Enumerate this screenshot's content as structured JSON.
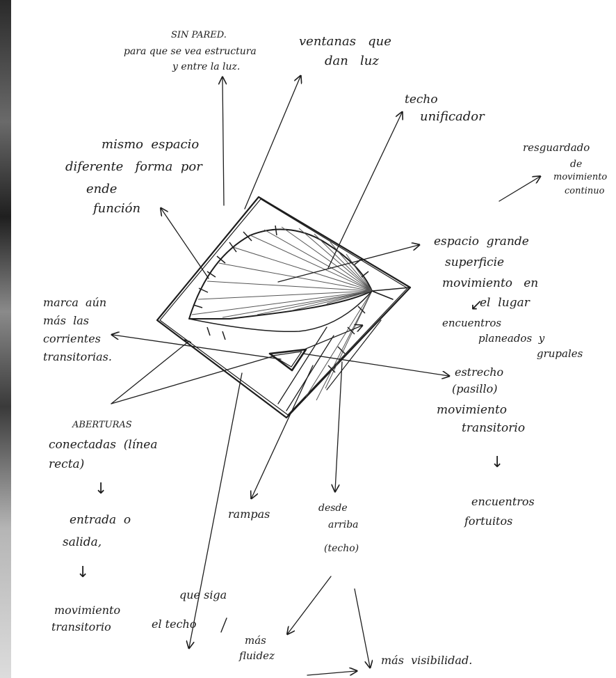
{
  "notes": {
    "sin_pared_1": "SIN PARED.",
    "sin_pared_2": "para que se vea estructura",
    "sin_pared_3": "y entre la luz.",
    "ventanas_1": "ventanas   que",
    "ventanas_2": "dan   luz",
    "techo_1": "techo",
    "techo_2": "unificador",
    "resguardo_1": "resguardado",
    "resguardo_2": "de",
    "resguardo_3": "movimiento",
    "resguardo_4": "continuo",
    "mismo_1": "mismo  espacio",
    "mismo_2": "diferente   forma  por",
    "mismo_3": "ende",
    "mismo_4": "función",
    "espacio_1": "espacio  grande",
    "espacio_2": "superficie",
    "espacio_3": "movimiento   en",
    "espacio_4": "el  lugar",
    "encuentros_pl_1": "encuentros",
    "encuentros_pl_2": "planeados  y",
    "encuentros_pl_3": "grupales",
    "marca_1": "marca  aún",
    "marca_2": "más  las",
    "marca_3": "corrientes",
    "marca_4": "transitorias.",
    "estrecho_1": "estrecho",
    "estrecho_2": "(pasillo)",
    "estrecho_3": "movimiento",
    "estrecho_4": "transitorio",
    "aberturas_1": "ABERTURAS",
    "aberturas_2": "conectadas  (línea",
    "aberturas_3": "recta)",
    "entrada_1": "entrada  o",
    "entrada_2": "salida,",
    "mov_trans_1": "movimiento",
    "mov_trans_2": "transitorio",
    "sigue_1": "que siga",
    "sigue_2": "el techo",
    "rampas": "rampas",
    "desde_1": "desde",
    "desde_2": "arriba",
    "desde_3": "(techo)",
    "fluidez_1": "más",
    "fluidez_2": "fluidez",
    "visibilidad": "más  visibilidad.",
    "fortuitos_1": "encuentros",
    "fortuitos_2": "fortuitos"
  },
  "arrows": {
    "down_arrow": "↓",
    "sw_arrow": "↙"
  }
}
